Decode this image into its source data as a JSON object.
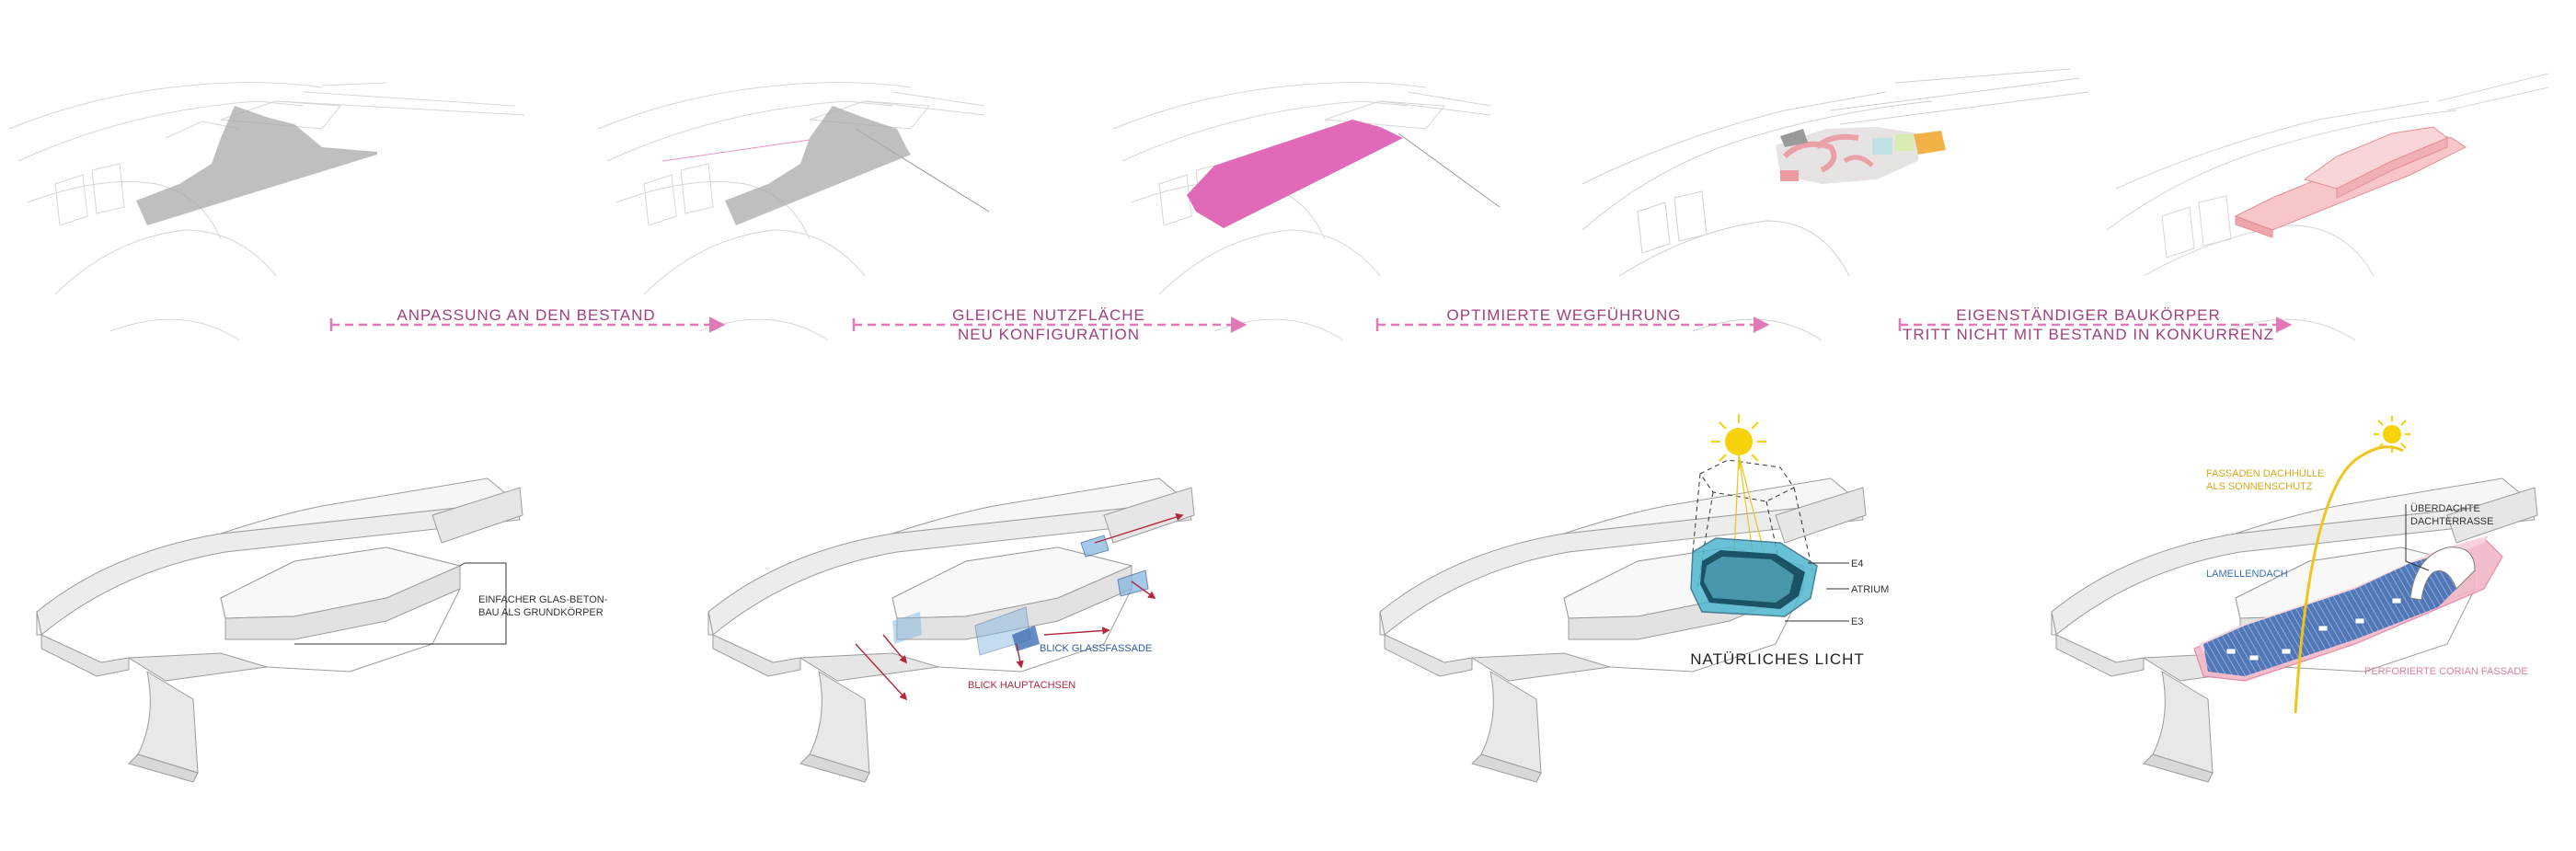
{
  "colors": {
    "accent_pink": "#d94fa8",
    "arrow_pink": "#e079b7",
    "label_purple": "#a0407f",
    "light_pink_volume": "#f7c6c9",
    "light_blue_glass": "#7fb3e0",
    "atrium_cyan": "#4fb7cf",
    "sun_yellow": "#f5d20a",
    "arc_yellow": "#f0c419",
    "massing_grey": "#a9a9a9",
    "line_grey": "#bfbfbf",
    "annotation_red": "#b2283d",
    "annotation_blue": "#2e5c9a"
  },
  "steps": [
    {
      "lines": [
        "ANPASSUNG AN DEN BESTAND"
      ]
    },
    {
      "lines": [
        "GLEICHE NUTZFLÄCHE",
        "NEU KONFIGURATION"
      ]
    },
    {
      "lines": [
        "OPTIMIERTE WEGFÜHRUNG"
      ]
    },
    {
      "lines": [
        "EIGENSTÄNDIGER BAUKÖRPER",
        "TRITT NICHT MIT BESTAND IN KONKURRENZ"
      ]
    }
  ],
  "diagrams": {
    "d1": {
      "label": [
        "EINFACHER GLAS-BETON-",
        "BAU ALS GRUNDKÖRPER"
      ]
    },
    "d2": {
      "glass_label": "BLICK GLASSFASSADE",
      "axes_label": "BLICK HAUPTACHSEN"
    },
    "d3": {
      "e4": "E4",
      "atrium": "ATRIUM",
      "e3": "E3",
      "caption": "NATÜRLICHES LICHT"
    },
    "d4": {
      "sun_label": [
        "FASSADEN DACHHÜLLE",
        "ALS SONNENSCHUTZ"
      ],
      "terrace_label": [
        "ÜBERDACHTE",
        "DACHTERRASSE"
      ],
      "roof_label": "LAMELLENDACH",
      "facade_label": "PERFORIERTE CORIAN FASSADE"
    }
  }
}
